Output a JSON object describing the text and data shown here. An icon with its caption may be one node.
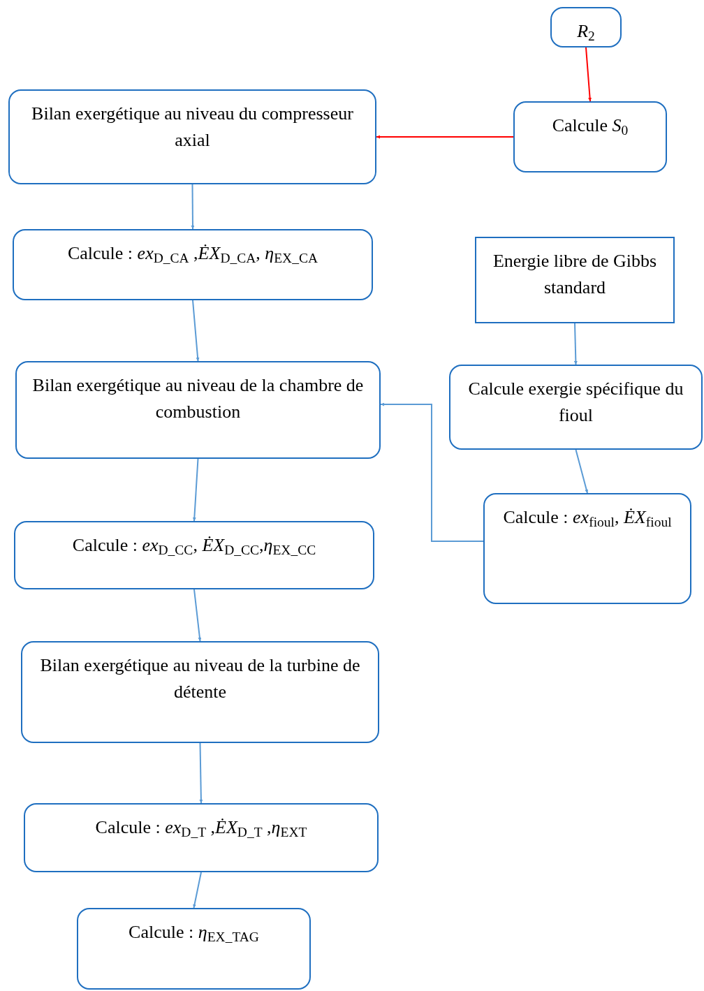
{
  "diagram": {
    "nodes": [
      {
        "text": [
          "*R*$_{2}$"
        ]
      },
      {
        "text": [
          "Calcule *S*$_{0}$"
        ]
      },
      {
        "text": [
          "Bilan exergétique au niveau du compresseur axial"
        ]
      },
      {
        "text": [
          "Calcule : *ex*$_{D_CA}$ ,*ĖX*$_{D_CA}$, *η*$_{EX_CA}$"
        ]
      },
      {
        "text": [
          "Energie libre de Gibbs standard"
        ]
      },
      {
        "text": [
          "Calcule exergie spécifique du fioul"
        ]
      },
      {
        "text": [
          "Bilan exergétique au niveau de la chambre de combustion"
        ]
      },
      {
        "text": [
          "Calcule : *ex*$_{D_CC}$, *ĖX*$_{D_CC}$,*η*$_{EX_CC}$"
        ]
      },
      {
        "text": [
          "Calcule : *ex*$_{fioul}$, *ĖX*$_{fioul}$"
        ]
      },
      {
        "text": [
          "Bilan exergétique au niveau de la turbine de détente"
        ]
      },
      {
        "text": [
          "Calcule : *ex*$_{D_T}$ ,*ĖX*$_{D_T}$ ,*η*$_{EXT}$"
        ]
      },
      {
        "text": [
          "Calcule : *η*$_{EX_TAG}$"
        ]
      }
    ],
    "edges": [
      {
        "from": 0,
        "to": 1,
        "arrow": "to",
        "color": "#ff0000"
      },
      {
        "from": 1,
        "to": 2,
        "arrow": "to",
        "color": "#ff0000"
      },
      {
        "from": 2,
        "to": 3,
        "arrow": "to"
      },
      {
        "from": 3,
        "to": 6,
        "arrow": "to"
      },
      {
        "from": 4,
        "to": 5,
        "arrow": "to"
      },
      {
        "from": 5,
        "to": 8,
        "arrow": "to"
      },
      {
        "from": 8,
        "to": 6,
        "arrow": "to"
      },
      {
        "from": 6,
        "to": 7,
        "arrow": "to"
      },
      {
        "from": 7,
        "to": 9,
        "arrow": "to"
      },
      {
        "from": 9,
        "to": 10,
        "arrow": "to"
      },
      {
        "from": 10,
        "to": 11,
        "arrow": "to"
      }
    ]
  }
}
